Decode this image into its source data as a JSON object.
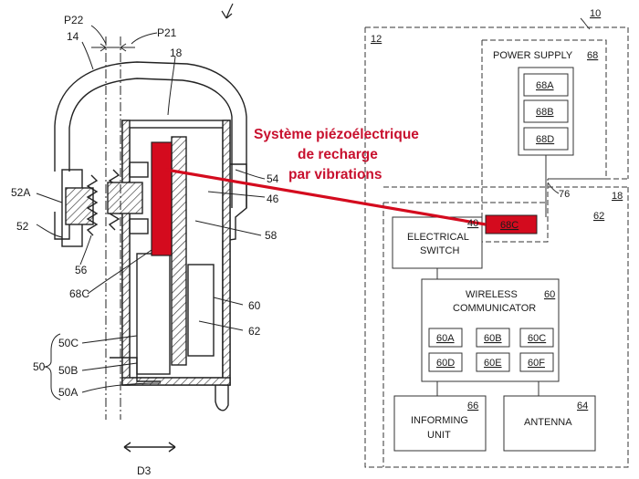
{
  "annotation": {
    "lines": [
      "Système piézoélectrique",
      "de recharge",
      "par vibrations"
    ],
    "color": "#c8102e"
  },
  "labels": {
    "p22": "P22",
    "p21": "P21",
    "n14": "14",
    "n18": "18",
    "n52a": "52A",
    "n52": "52",
    "n56": "56",
    "n68c": "68C",
    "n54": "54",
    "n46": "46",
    "n58": "58",
    "n60": "60",
    "n62": "62",
    "n50c": "50C",
    "n50b": "50B",
    "n50a": "50A",
    "n50": "50",
    "d3": "D3",
    "n10": "10",
    "n12": "12",
    "n18r": "18",
    "n76": "76",
    "n62r": "62",
    "n68": "68",
    "n40": "40"
  },
  "blocks": {
    "power_supply": "POWER SUPPLY",
    "cells": [
      "68A",
      "68B",
      "68D"
    ],
    "cell_68c": "68C",
    "electrical_switch": [
      "ELECTRICAL",
      "SWITCH"
    ],
    "wireless": [
      "WIRELESS",
      "COMMUNICATOR"
    ],
    "wireless_ref": "60",
    "wireless_cells": [
      "60A",
      "60B",
      "60C",
      "60D",
      "60E",
      "60F"
    ],
    "informing": [
      "INFORMING",
      "UNIT"
    ],
    "informing_ref": "66",
    "antenna": "ANTENNA",
    "antenna_ref": "64"
  },
  "colors": {
    "piezo": "#d40b1e",
    "line": "#222222"
  }
}
